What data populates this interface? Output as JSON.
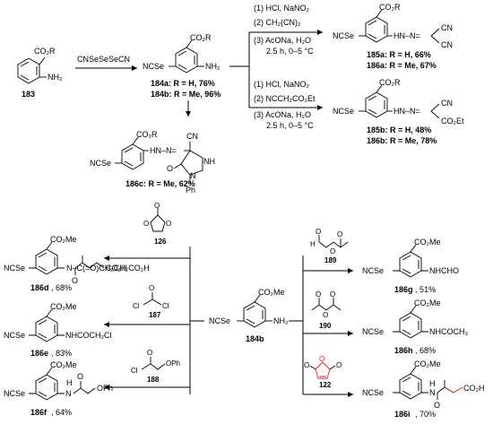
{
  "top": {
    "reagent_main": "CNSeSeSeCN",
    "sm": {
      "label": "183",
      "ester": "CO₂R",
      "amine": "NH₂"
    },
    "intermediate": {
      "ncse": "NCSe",
      "ester": "CO₂R",
      "amine": "NH₂",
      "lines": [
        "184a: R = H, 76%",
        "184b: R = Me, 96%"
      ]
    },
    "cond_a": [
      "(1) HCl, NaNO₂",
      "(2) CH₂(CN)₂",
      "(3) AcONa, H₂O",
      "2.5 h, 0–5 °C"
    ],
    "cond_b": [
      "(1) HCl, NaNO₂",
      "(2) NCCH₂CO₂Et",
      "(3) AcONa, H₂O",
      "2.5 h, 0–5 °C"
    ],
    "p185a": {
      "ncse": "NCSe",
      "ester": "CO₂R",
      "hydrazone": "HN–N=",
      "cn1": "CN",
      "cn2": "CN",
      "lines": [
        "185a: R = H, 66%",
        "186a: R = Me, 67%"
      ]
    },
    "p185b": {
      "ncse": "NCSe",
      "ester": "CO₂R",
      "hydrazone": "HN–N=",
      "cn": "CN",
      "ester2": "CO₂Et",
      "lines": [
        "185b: R = H, 48%",
        "186b: R = Me, 78%"
      ]
    },
    "p186c": {
      "ncse": "NCSe",
      "ester": "CO₂R",
      "nh": "HN–N=",
      "cn": "CN",
      "nh_ring": "NH",
      "n": "N",
      "o": "O",
      "ph": "Ph",
      "line": "186c: R = Me, 62%"
    }
  },
  "bottom": {
    "center": {
      "ncse": "NCSe",
      "ester": "CO₂Me",
      "amine": "NH₂",
      "label": "184b"
    },
    "reagents_left": [
      {
        "label": "126",
        "atoms": [
          "O",
          "O",
          "O"
        ]
      },
      {
        "label": "187",
        "atoms": [
          "O",
          "Cl",
          "Cl"
        ]
      },
      {
        "label": "188",
        "atoms": [
          "O",
          "Cl",
          "OPh"
        ]
      }
    ],
    "reagents_right": [
      {
        "label": "189",
        "atoms": [
          "O",
          "O",
          "O",
          "H"
        ]
      },
      {
        "label": "190",
        "atoms": [
          "O",
          "O",
          "O"
        ]
      },
      {
        "label": "122",
        "atoms": [
          "O",
          "O",
          "O"
        ]
      }
    ],
    "products_left": [
      {
        "ncse": "NCSe",
        "ester": "CO₂Me",
        "tail": "N–C(=O)CH₂CH₂CO₂H",
        "h": "H",
        "o": "O",
        "acid": "CO₂H",
        "label": "186d",
        "yield": ", 68%"
      },
      {
        "ncse": "NCSe",
        "ester": "CO₂Me",
        "tail": "NHCOCH₂Cl",
        "label": "186e",
        "yield": ", 83%"
      },
      {
        "ncse": "NCSe",
        "ester": "CO₂Me",
        "h": "H",
        "n": "N",
        "o": "O",
        "oph": "OPh",
        "label": "186f",
        "yield": ", 64%"
      }
    ],
    "products_right": [
      {
        "ncse": "NCSe",
        "ester": "CO₂Me",
        "tail": "NHCHO",
        "label": "186g",
        "yield": ", 51%"
      },
      {
        "ncse": "NCSe",
        "ester": "CO₂Me",
        "tail": "NHCOCH₃",
        "label": "186h",
        "yield": ", 68%"
      },
      {
        "ncse": "NCSe",
        "ester": "CO₂Me",
        "h": "H",
        "n": "N",
        "o": "O",
        "acid": "CO₂H",
        "label": "186i",
        "yield": ", 70%"
      }
    ]
  }
}
